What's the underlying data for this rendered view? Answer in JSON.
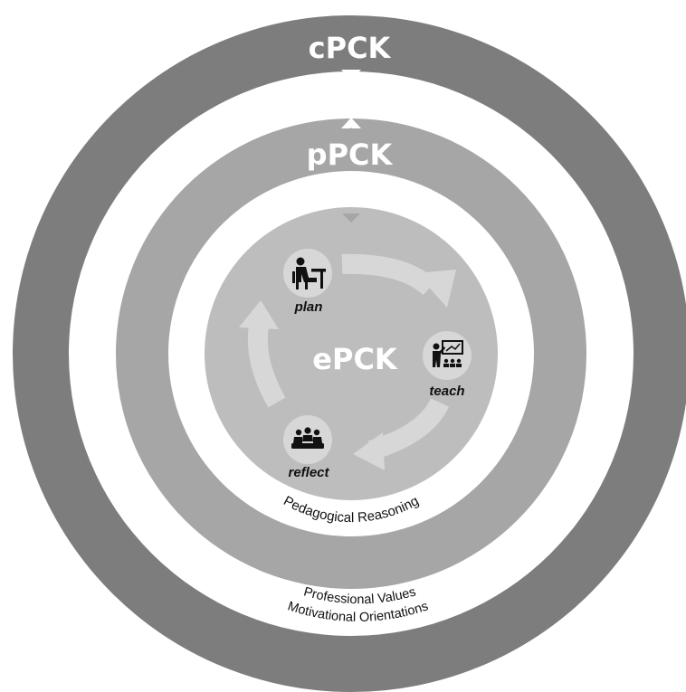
{
  "rings": {
    "outer": {
      "label": "cPCK",
      "color": "#7d7d7d"
    },
    "middle": {
      "label": "pPCK",
      "color": "#a6a6a6"
    },
    "inner": {
      "label": "ePCK",
      "color": "#bdbdbd"
    }
  },
  "cycle": {
    "steps": [
      {
        "label": "plan",
        "icon": "person-at-desk-icon"
      },
      {
        "label": "teach",
        "icon": "teacher-at-board-icon"
      },
      {
        "label": "reflect",
        "icon": "group-discussion-icon"
      }
    ],
    "arrow_color": "#d7d7d7"
  },
  "arc_texts": {
    "inner": "Pedagogical Reasoning",
    "outer_line1": "Professional Values",
    "outer_line2": "Motivational Orientations"
  }
}
